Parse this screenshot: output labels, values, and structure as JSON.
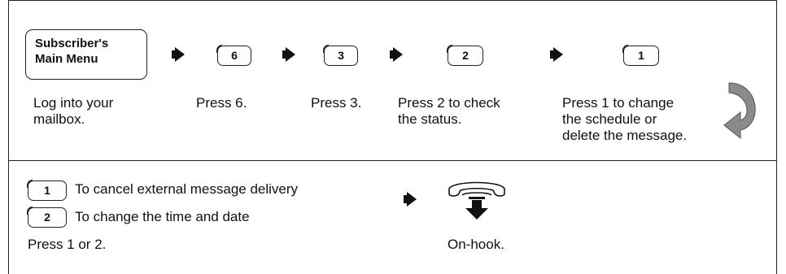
{
  "steps": {
    "menu": {
      "line1": "Subscriber's",
      "line2": "Main Menu"
    },
    "menu_caption": [
      "Log into your",
      "mailbox."
    ],
    "key6": "6",
    "caption6": "Press 6.",
    "key3": "3",
    "caption3": "Press 3.",
    "key2": "2",
    "caption2": [
      "Press 2 to check",
      "the status."
    ],
    "key1": "1",
    "caption1": [
      "Press 1 to change",
      "the schedule or",
      "delete the message."
    ]
  },
  "options": {
    "opt1_key": "1",
    "opt1_label": "To cancel external message delivery",
    "opt2_key": "2",
    "opt2_label": "To change the time and date",
    "caption": "Press 1 or 2."
  },
  "final": {
    "caption": "On-hook."
  },
  "icons": {
    "step_arrow": "arrow-right-icon",
    "loop_arrow": "curved-return-arrow-icon",
    "handset": "phone-handset-down-icon"
  },
  "colors": {
    "loop_arrow": "#8a8a8a",
    "loop_arrow_shadow": "#555555"
  }
}
